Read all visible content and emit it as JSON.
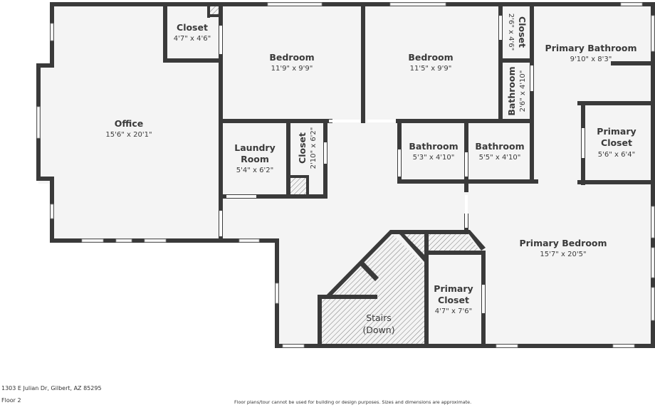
{
  "floor_plan": {
    "rooms": [
      {
        "id": "office",
        "name": "Office",
        "dims": "15'6\" x 20'1\""
      },
      {
        "id": "closet-1",
        "name": "Closet",
        "dims": "4'7\" x 4'6\""
      },
      {
        "id": "bedroom-1",
        "name": "Bedroom",
        "dims": "11'9\" x 9'9\""
      },
      {
        "id": "bedroom-2",
        "name": "Bedroom",
        "dims": "11'5\" x 9'9\""
      },
      {
        "id": "closet-2",
        "name": "Closet",
        "dims": "2'6\" x 4'6\""
      },
      {
        "id": "bathroom-small",
        "name": "Bathroom",
        "dims": "2'6\" x 4'10\""
      },
      {
        "id": "primary-bathroom",
        "name": "Primary Bathroom",
        "dims": "9'10\" x 8'3\""
      },
      {
        "id": "laundry-room",
        "name": "Laundry Room",
        "name_line1": "Laundry",
        "name_line2": "Room",
        "dims": "5'4\" x 6'2\""
      },
      {
        "id": "closet-3",
        "name": "Closet",
        "dims": "2'10\" x 6'2\""
      },
      {
        "id": "bathroom-1",
        "name": "Bathroom",
        "dims": "5'3\" x 4'10\""
      },
      {
        "id": "bathroom-2",
        "name": "Bathroom",
        "dims": "5'5\" x 4'10\""
      },
      {
        "id": "primary-closet-1",
        "name": "Primary Closet",
        "name_line1": "Primary",
        "name_line2": "Closet",
        "dims": "5'6\" x 6'4\""
      },
      {
        "id": "primary-bedroom",
        "name": "Primary Bedroom",
        "dims": "15'7\" x 20'5\""
      },
      {
        "id": "primary-closet-2",
        "name": "Primary Closet",
        "name_line1": "Primary",
        "name_line2": "Closet",
        "dims": "4'7\" x 7'6\""
      },
      {
        "id": "stairs",
        "name": "Stairs (Down)",
        "name_line1": "Stairs",
        "name_line2": "(Down)"
      }
    ]
  },
  "footer": {
    "address": "1303 E Julian Dr, Gilbert, AZ 85295",
    "floor": "Floor 2",
    "disclaimer": "Floor plans/tour cannot be used for building or design purposes. Sizes and dimensions are approximate."
  },
  "colors": {
    "wall": "#3a3a3a",
    "floor": "#f4f4f4",
    "text": "#3a3a3a"
  }
}
